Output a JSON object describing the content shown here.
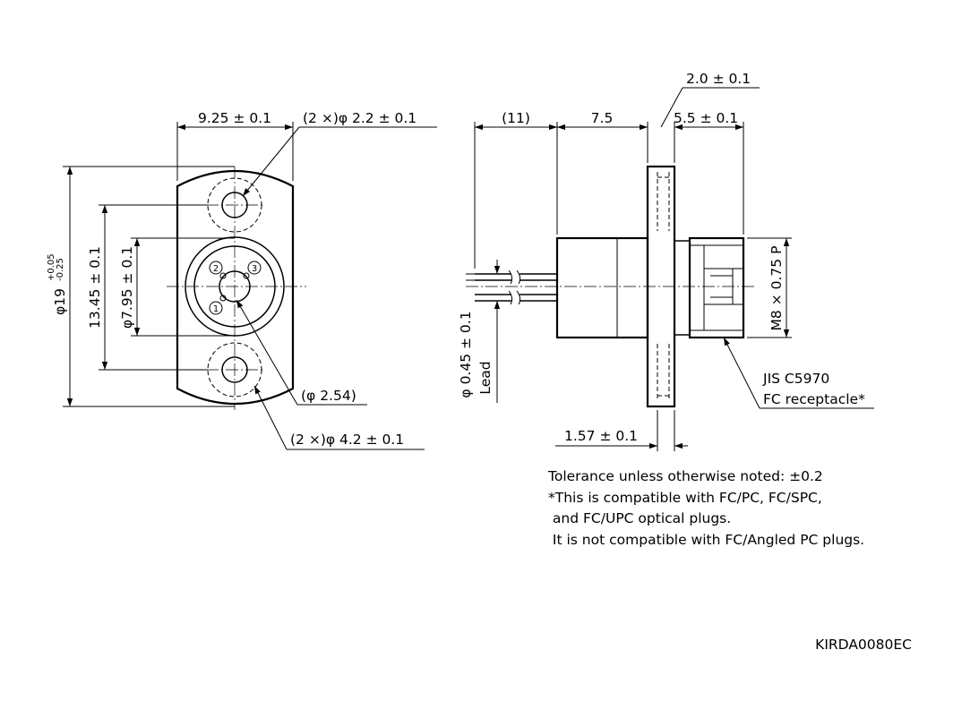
{
  "front_view": {
    "width_dim": "9.25 ± 0.1",
    "hole_small_dim": "(2 ×)φ 2.2 ± 0.1",
    "outer_dia_dim": "φ19",
    "outer_dia_tol_upper": "+0.05",
    "outer_dia_tol_lower": "-0.25",
    "hole_pitch_dim": "13.45 ± 0.1",
    "inner_dia_dim": "φ7.95 ± 0.1",
    "pin_circle_dim": "(φ 2.54)",
    "hole_large_dim": "(2 ×)φ 4.2 ± 0.1",
    "pin_1": "1",
    "pin_2": "2",
    "pin_3": "3"
  },
  "side_view": {
    "lead_length_dim": "(11)",
    "body_length_dim": "7.5",
    "flange_thickness_dim": "2.0 ± 0.1",
    "receptacle_length_dim": "5.5 ± 0.1",
    "thread_dim": "M8 × 0.75 P",
    "lead_dia_dim": "φ 0.45 ± 0.1",
    "lead_label": "Lead",
    "flange_offset_dim": "1.57 ± 0.1",
    "receptacle_note_line1": "JIS C5970",
    "receptacle_note_line2": "FC receptacle*"
  },
  "notes": {
    "line1": "Tolerance unless otherwise noted: ±0.2",
    "line2": "*This is compatible with FC/PC, FC/SPC,",
    "line3": " and FC/UPC optical plugs.",
    "line4": " It is not compatible with FC/Angled PC plugs."
  },
  "drawing_code": "KIRDA0080EC"
}
